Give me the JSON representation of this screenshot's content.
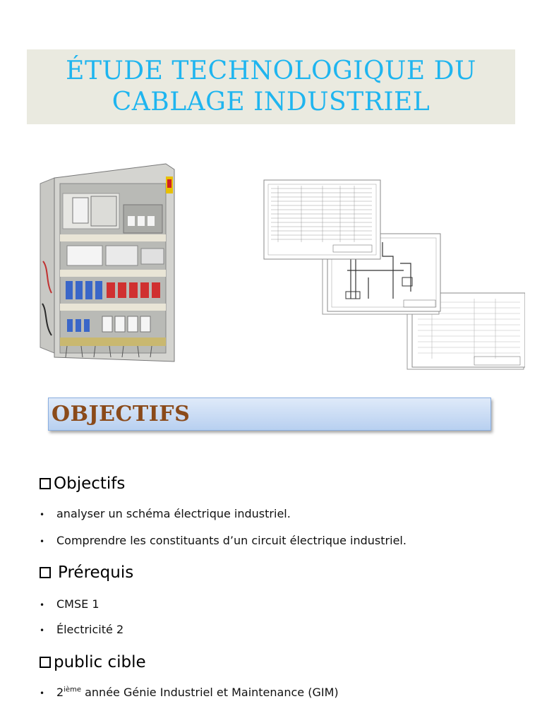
{
  "title": {
    "line1": "ÉTUDE TECHNOLOGIQUE DU",
    "line2": "CABLAGE INDUSTRIEL"
  },
  "images": {
    "cabinet": "electrical-cabinet-photo",
    "schema": "wiring-diagram-sheets"
  },
  "section": {
    "label": "OBJECTIFS"
  },
  "objectifs": {
    "heading": "Objectifs",
    "items": [
      "analyser un schéma électrique industriel.",
      "Comprendre les constituants d’un circuit électrique industriel."
    ]
  },
  "prerequis": {
    "heading": "Prérequis",
    "items": [
      "CMSE 1",
      "Électricité 2"
    ]
  },
  "public": {
    "heading": "public cible",
    "item_prefix": "2",
    "item_sup": "ième",
    "item_text": " année Génie Industriel et Maintenance (GIM)"
  },
  "colors": {
    "title": "#1fb5ef",
    "title_bg": "#eaeae0",
    "section_text": "#8a4a1a",
    "section_bg": "#c8daf3"
  }
}
